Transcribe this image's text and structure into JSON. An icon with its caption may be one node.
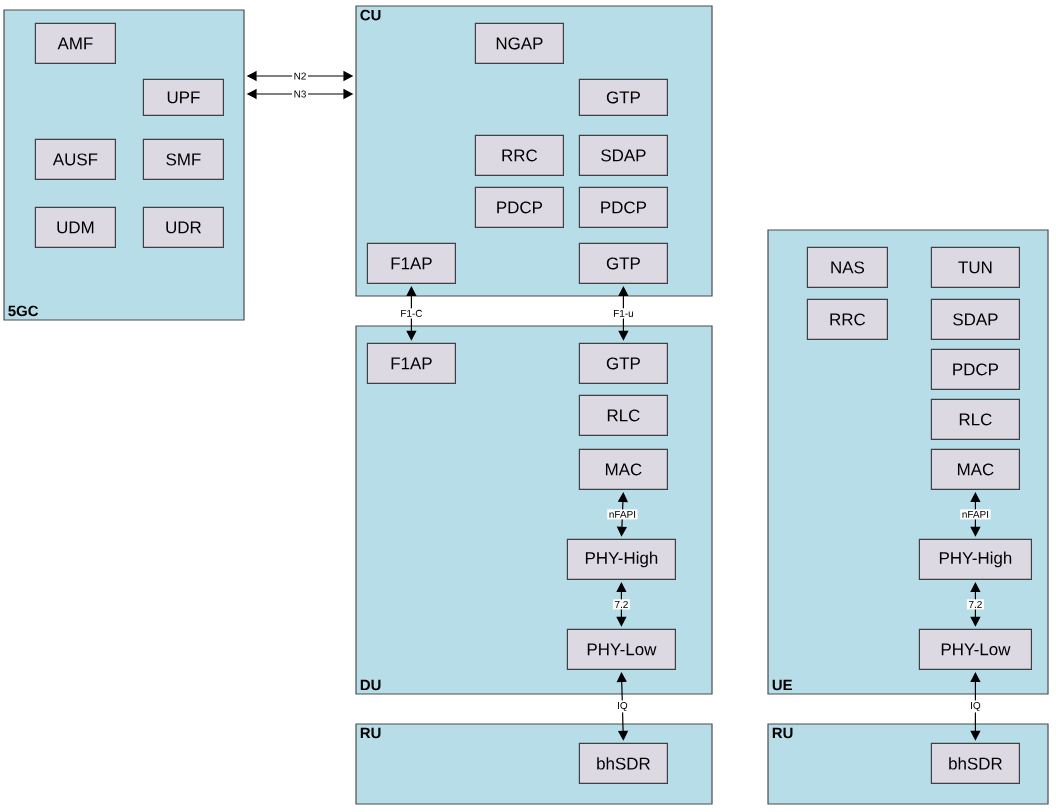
{
  "diagram": {
    "nodes": [
      {
        "text": [
          "5GC"
        ]
      },
      {
        "text": [
          "AMF"
        ],
        "in": 0
      },
      {
        "text": [
          "UPF"
        ],
        "in": 0
      },
      {
        "text": [
          "AUSF"
        ],
        "in": 0
      },
      {
        "text": [
          "SMF"
        ],
        "in": 0
      },
      {
        "text": [
          "UDM"
        ],
        "in": 0
      },
      {
        "text": [
          "UDR"
        ],
        "in": 0
      },
      {
        "text": [
          "CU"
        ]
      },
      {
        "text": [
          "NGAP"
        ],
        "in": 7
      },
      {
        "text": [
          "GTP"
        ],
        "in": 7
      },
      {
        "text": [
          "RRC"
        ],
        "in": 7
      },
      {
        "text": [
          "SDAP"
        ],
        "in": 7
      },
      {
        "text": [
          "PDCP"
        ],
        "in": 7
      },
      {
        "text": [
          "PDCP"
        ],
        "in": 7
      },
      {
        "text": [
          "F1AP"
        ],
        "in": 7
      },
      {
        "text": [
          "GTP"
        ],
        "in": 7
      },
      {
        "text": [
          "DU"
        ]
      },
      {
        "text": [
          "F1AP"
        ],
        "in": 16
      },
      {
        "text": [
          "GTP"
        ],
        "in": 16
      },
      {
        "text": [
          "RLC"
        ],
        "in": 16
      },
      {
        "text": [
          "MAC"
        ],
        "in": 16
      },
      {
        "text": [
          "PHY-High"
        ],
        "in": 16
      },
      {
        "text": [
          "PHY-Low"
        ],
        "in": 16
      },
      {
        "text": [
          "RU"
        ]
      },
      {
        "text": [
          "bhSDR"
        ],
        "in": 23
      },
      {
        "text": [
          "UE"
        ]
      },
      {
        "text": [
          "NAS"
        ],
        "in": 25
      },
      {
        "text": [
          "TUN"
        ],
        "in": 25
      },
      {
        "text": [
          "RRC"
        ],
        "in": 25
      },
      {
        "text": [
          "SDAP"
        ],
        "in": 25
      },
      {
        "text": [
          "PDCP"
        ],
        "in": 25
      },
      {
        "text": [
          "RLC"
        ],
        "in": 25
      },
      {
        "text": [
          "MAC"
        ],
        "in": 25
      },
      {
        "text": [
          "PHY-High"
        ],
        "in": 25
      },
      {
        "text": [
          "PHY-Low"
        ],
        "in": 25
      },
      {
        "text": [
          "RU"
        ]
      },
      {
        "text": [
          "bhSDR"
        ],
        "in": 35
      }
    ],
    "edges": [
      {
        "from": 0,
        "to": 7,
        "arrow": "both",
        "label": "N2"
      },
      {
        "from": 0,
        "to": 7,
        "arrow": "both",
        "label": "N3"
      },
      {
        "from": 14,
        "to": 17,
        "arrow": "both",
        "label": "F1-C"
      },
      {
        "from": 15,
        "to": 18,
        "arrow": "both",
        "label": "F1-u"
      },
      {
        "from": 20,
        "to": 21,
        "arrow": "both",
        "label": "nFAPI"
      },
      {
        "from": 21,
        "to": 22,
        "arrow": "both",
        "label": "7.2"
      },
      {
        "from": 22,
        "to": 24,
        "arrow": "both",
        "label": "IQ"
      },
      {
        "from": 32,
        "to": 33,
        "arrow": "both",
        "label": "nFAPI"
      },
      {
        "from": 33,
        "to": 34,
        "arrow": "both",
        "label": "7.2"
      },
      {
        "from": 34,
        "to": 36,
        "arrow": "both",
        "label": "IQ"
      }
    ]
  }
}
